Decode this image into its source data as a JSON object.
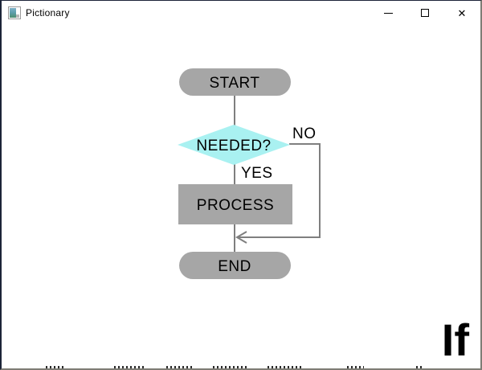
{
  "window": {
    "title": "Pictionary",
    "controls": {
      "minimize_label": "minimize",
      "maximize_label": "maximize",
      "close_glyph": "✕"
    }
  },
  "flowchart": {
    "nodes": {
      "start": "START",
      "decision": "NEEDED?",
      "process": "PROCESS",
      "end": "END"
    },
    "edge_labels": {
      "no": "NO",
      "yes": "YES"
    },
    "colors": {
      "terminal_fill": "#a6a6a6",
      "process_fill": "#a6a6a6",
      "decision_fill": "#a9f1f1",
      "line": "#7f7f7f",
      "text": "#000000"
    }
  },
  "caption": {
    "text": "If"
  }
}
